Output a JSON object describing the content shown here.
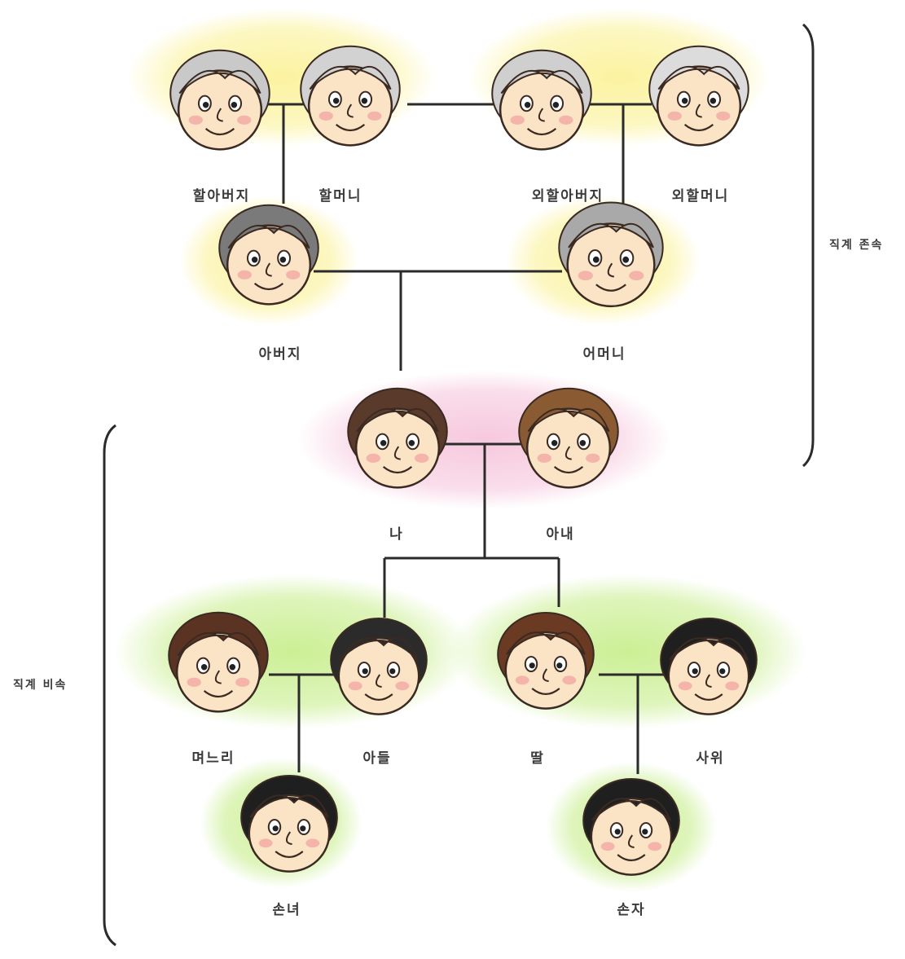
{
  "colors": {
    "line": "#2b2b2b",
    "skin": "#fbe3c6",
    "outline": "#3a2a22",
    "cheek": "#f2a7a2",
    "glow_grandparents": "#fbf29a",
    "glow_me": "#f6c6dc",
    "glow_children": "#c9ee8f"
  },
  "people": {
    "grandfather": {
      "label": "할아버지",
      "hair": "#c9c9c9",
      "icon": "bald-elderly-man-face"
    },
    "grandmother": {
      "label": "할머니",
      "hair": "#d2d2d2",
      "icon": "elderly-woman-face"
    },
    "maternal_grandfather": {
      "label": "외할아버지",
      "hair": "#cfcfcf",
      "icon": "bald-elderly-man-face"
    },
    "maternal_grandmother": {
      "label": "외할머니",
      "hair": "#dcdcdc",
      "icon": "elderly-woman-face"
    },
    "father": {
      "label": "아버지",
      "hair": "#7a7a7a",
      "icon": "older-man-face"
    },
    "mother": {
      "label": "어머니",
      "hair": "#a9a9a9",
      "icon": "older-woman-face"
    },
    "me": {
      "label": "나",
      "hair": "#5a3a2a",
      "icon": "man-face"
    },
    "wife": {
      "label": "아내",
      "hair": "#8a5a32",
      "icon": "curly-woman-face"
    },
    "daughter_in_law": {
      "label": "며느리",
      "hair": "#5a3322",
      "icon": "young-woman-face"
    },
    "son": {
      "label": "아들",
      "hair": "#2b2b2b",
      "icon": "young-man-face"
    },
    "daughter": {
      "label": "딸",
      "hair": "#6b3a22",
      "icon": "young-woman-face"
    },
    "son_in_law": {
      "label": "사위",
      "hair": "#1f1f1f",
      "icon": "curly-young-man-face"
    },
    "granddaughter": {
      "label": "손녀",
      "hair": "#1f1f1f",
      "icon": "girl-pigtails-face"
    },
    "grandson": {
      "label": "손자",
      "hair": "#1f1f1f",
      "icon": "boy-face"
    }
  },
  "groups": {
    "ascendants_label": "직계 존속",
    "descendants_label": "직계 비속"
  }
}
